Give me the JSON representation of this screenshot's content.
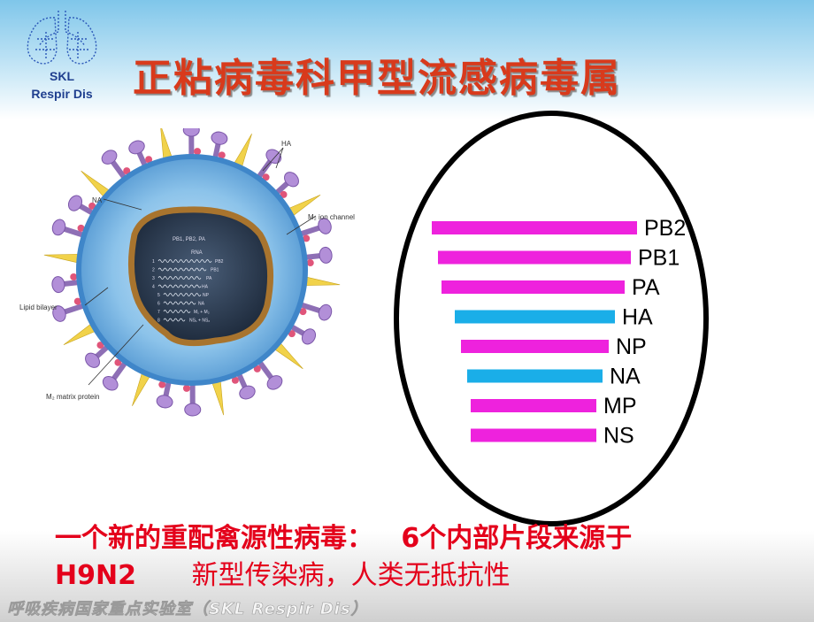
{
  "logo": {
    "line1": "SKL",
    "line2": "Respir Dis"
  },
  "title": "正粘病毒科甲型流感病毒属",
  "virus_labels": {
    "ha": "HA",
    "na": "NA",
    "m2_ion": "M₂ ion channel",
    "lipid": "Lipid bilayer",
    "m2_matrix": "M₂ matrix protein",
    "polymerase": "PB1, PB2, PA",
    "rna": "RNA",
    "segments": [
      {
        "num": "1",
        "name": "PB2"
      },
      {
        "num": "2",
        "name": "PB1"
      },
      {
        "num": "3",
        "name": "PA"
      },
      {
        "num": "4",
        "name": "HA"
      },
      {
        "num": "5",
        "name": "NP"
      },
      {
        "num": "6",
        "name": "NA"
      },
      {
        "num": "7",
        "name": "M₁ + M₂"
      },
      {
        "num": "8",
        "name": "NS₁ + NS₂"
      }
    ]
  },
  "gene_segments": [
    {
      "name": "PB2",
      "color": "#ee22dd"
    },
    {
      "name": "PB1",
      "color": "#ee22dd"
    },
    {
      "name": "PA",
      "color": "#ee22dd"
    },
    {
      "name": "HA",
      "color": "#1aaee8"
    },
    {
      "name": "NP",
      "color": "#ee22dd"
    },
    {
      "name": "NA",
      "color": "#1aaee8"
    },
    {
      "name": "MP",
      "color": "#ee22dd"
    },
    {
      "name": "NS",
      "color": "#ee22dd"
    }
  ],
  "summary": {
    "line1a": "一个新的重配禽源性病毒：",
    "line1b": "6个内部片段来源于",
    "line2a": "H9N2",
    "line2b": "新型传染病，人类无抵抗性"
  },
  "footer": "呼吸疾病国家重点实验室（SKL Respir Dis）"
}
